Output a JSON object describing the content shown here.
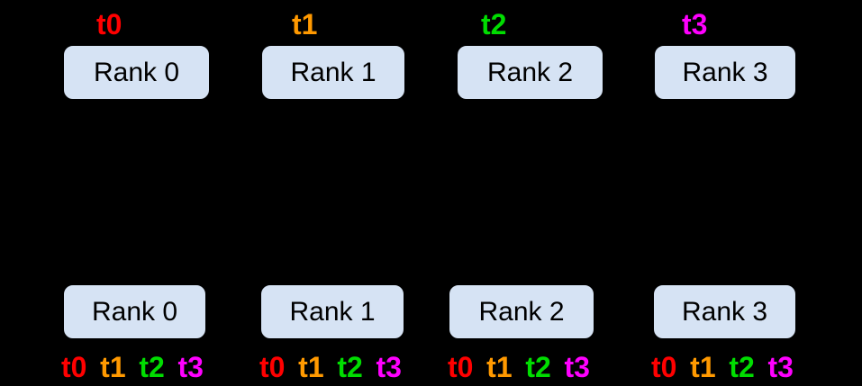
{
  "canvas": {
    "background": "#000000"
  },
  "colors": {
    "thread_t0": "#ff0000",
    "thread_t1": "#ff9900",
    "thread_t2": "#00dd00",
    "thread_t3": "#ff00ff",
    "box_fill": "#d6e3f4",
    "box_border": "#000000",
    "box_text": "#000000"
  },
  "top_row": {
    "thread_labels": [
      {
        "label": "t0",
        "thread": "t0"
      },
      {
        "label": "t1",
        "thread": "t1"
      },
      {
        "label": "t2",
        "thread": "t2"
      },
      {
        "label": "t3",
        "thread": "t3"
      }
    ],
    "ranks": [
      {
        "label": "Rank 0"
      },
      {
        "label": "Rank 1"
      },
      {
        "label": "Rank 2"
      },
      {
        "label": "Rank 3"
      }
    ]
  },
  "bottom_row": {
    "ranks": [
      {
        "label": "Rank 0"
      },
      {
        "label": "Rank 1"
      },
      {
        "label": "Rank 2"
      },
      {
        "label": "Rank 3"
      }
    ],
    "thread_groups": [
      {
        "labels": [
          {
            "label": "t0",
            "thread": "t0"
          },
          {
            "label": "t1",
            "thread": "t1"
          },
          {
            "label": "t2",
            "thread": "t2"
          },
          {
            "label": "t3",
            "thread": "t3"
          }
        ]
      },
      {
        "labels": [
          {
            "label": "t0",
            "thread": "t0"
          },
          {
            "label": "t1",
            "thread": "t1"
          },
          {
            "label": "t2",
            "thread": "t2"
          },
          {
            "label": "t3",
            "thread": "t3"
          }
        ]
      },
      {
        "labels": [
          {
            "label": "t0",
            "thread": "t0"
          },
          {
            "label": "t1",
            "thread": "t1"
          },
          {
            "label": "t2",
            "thread": "t2"
          },
          {
            "label": "t3",
            "thread": "t3"
          }
        ]
      },
      {
        "labels": [
          {
            "label": "t0",
            "thread": "t0"
          },
          {
            "label": "t1",
            "thread": "t1"
          },
          {
            "label": "t2",
            "thread": "t2"
          },
          {
            "label": "t3",
            "thread": "t3"
          }
        ]
      }
    ]
  }
}
